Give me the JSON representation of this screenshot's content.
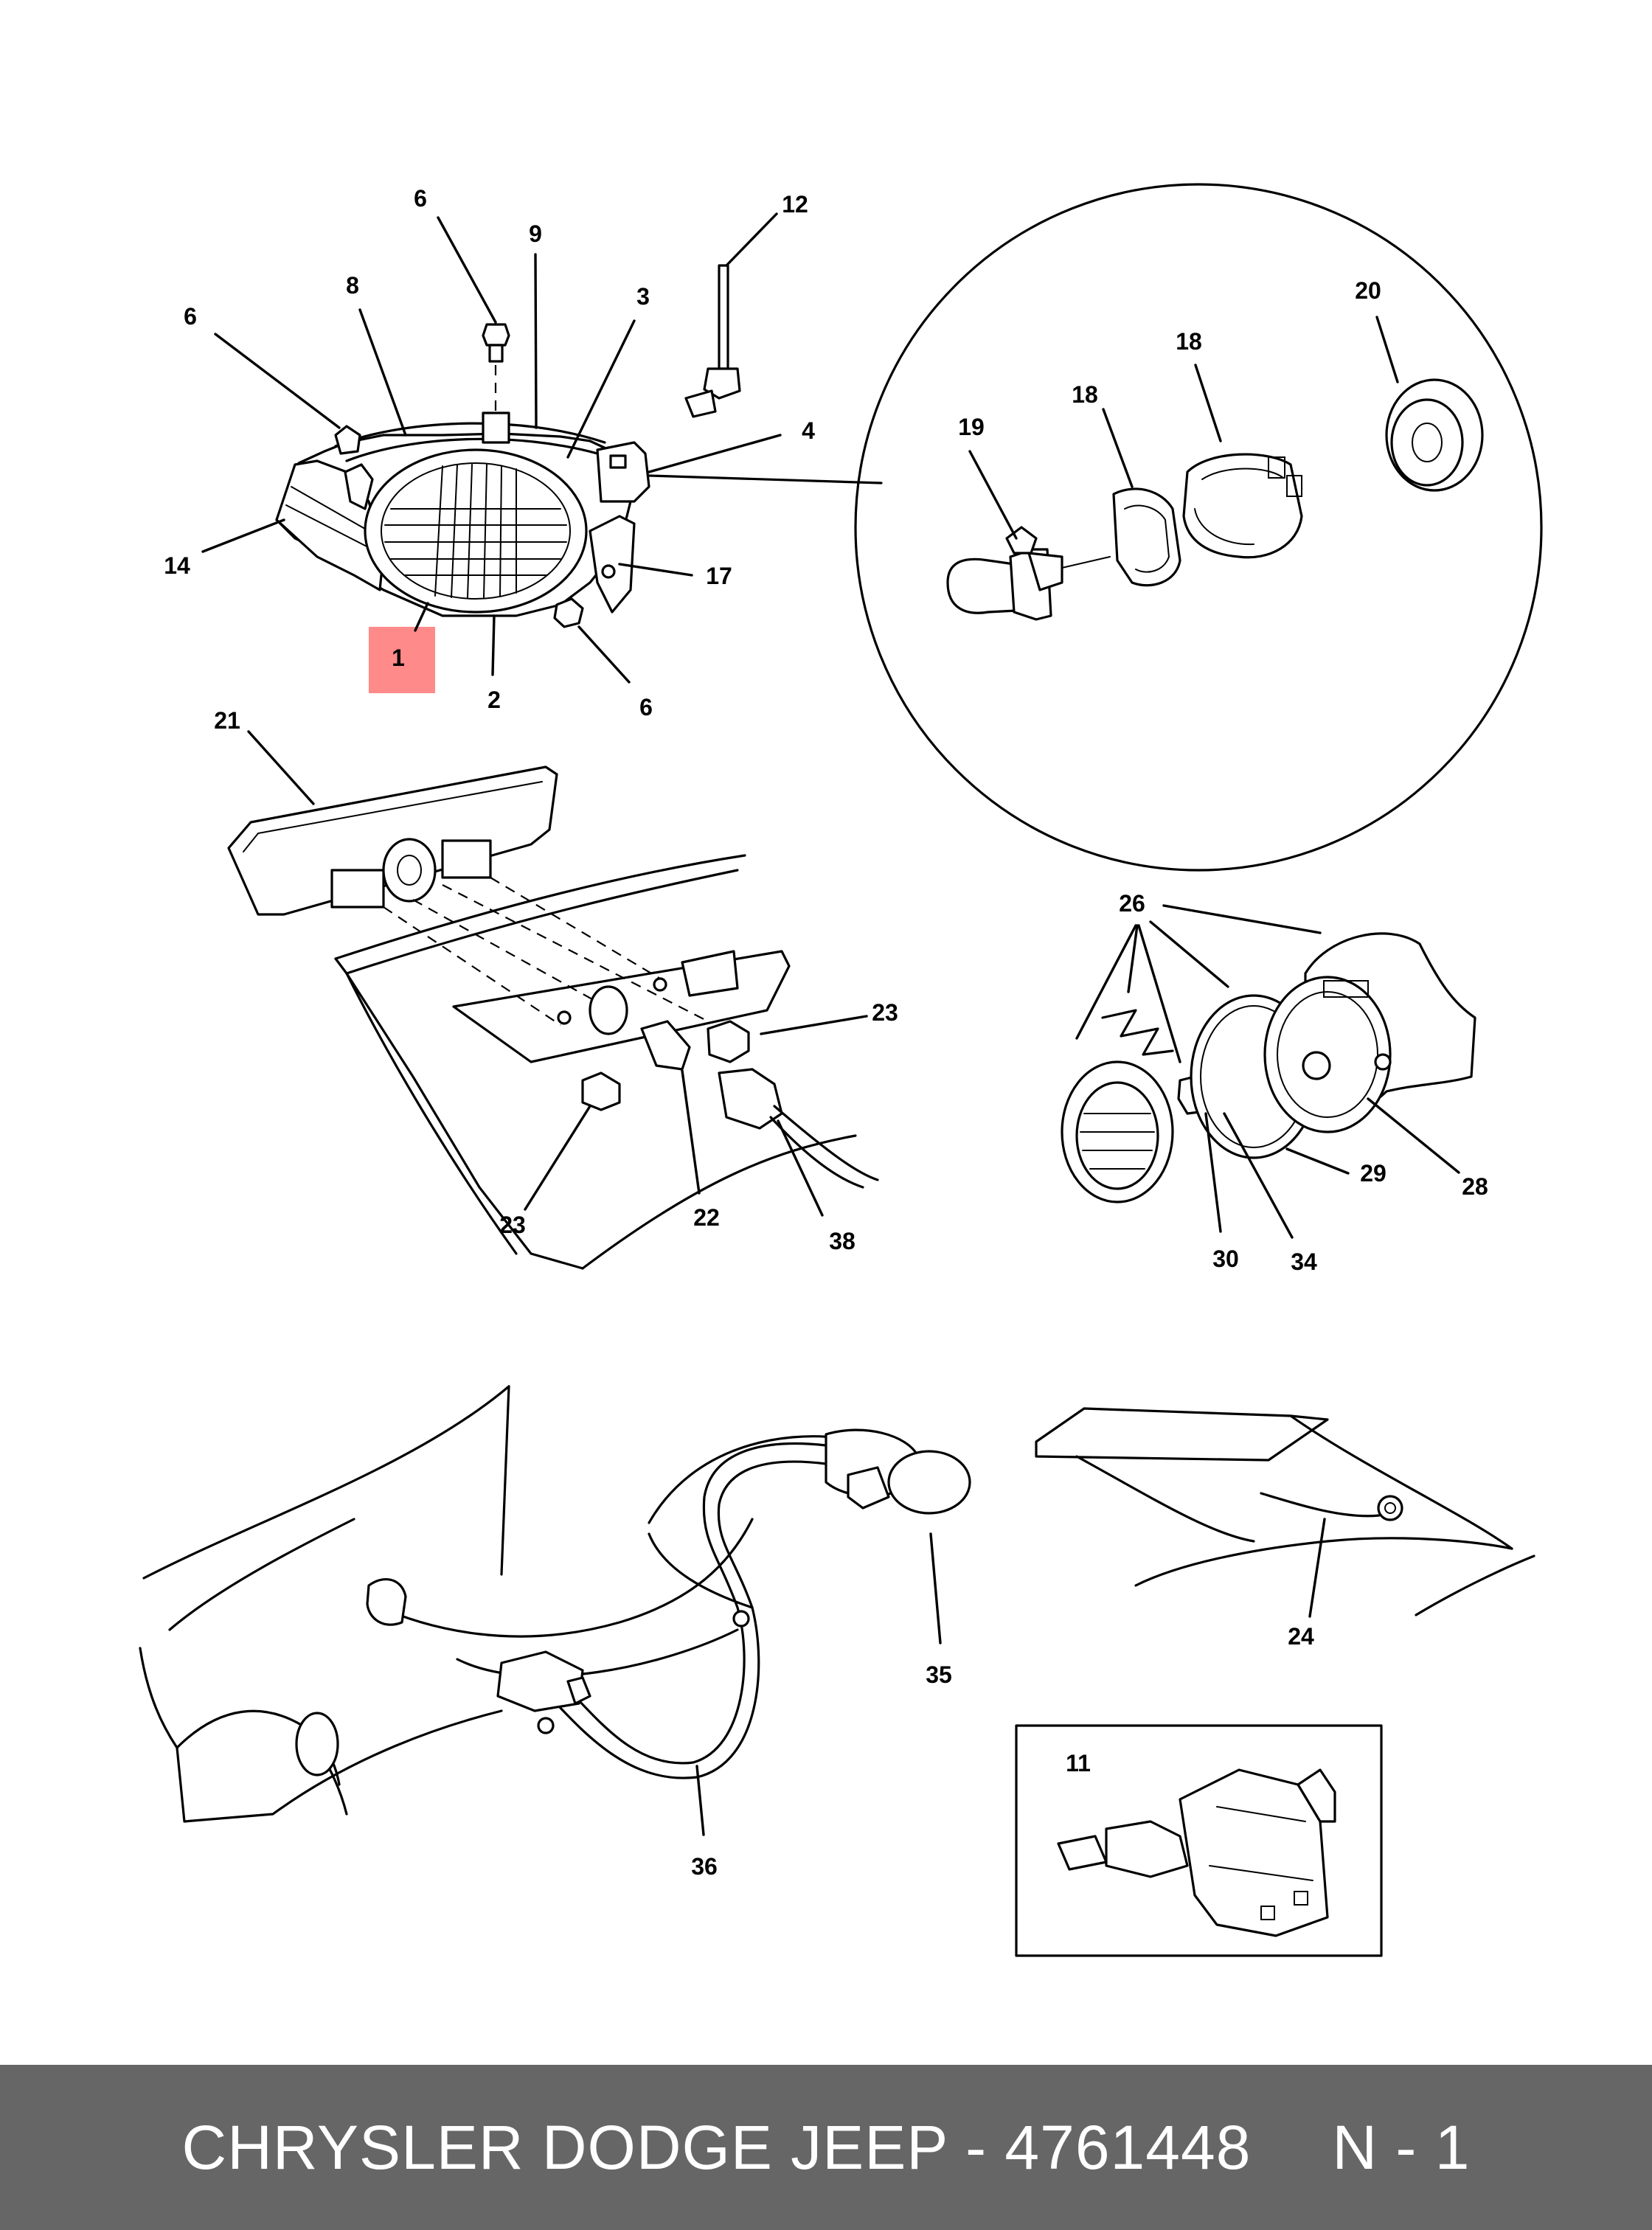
{
  "callouts": {
    "headlamp_assembly": "1",
    "housing": "2",
    "reflector": "3",
    "connector": "4",
    "screw_top": "6",
    "screw_left": "6",
    "screw_bottom": "6",
    "seal": "8",
    "trim": "9",
    "adjuster_motor": "11",
    "adjuster_rod": "12",
    "side_lens": "14",
    "bracket": "17",
    "bulb_socket_cap": "18",
    "retaining_ring": "18",
    "headlamp_bulb": "19",
    "rear_cap": "20",
    "fog_lamp_cover": "21",
    "fog_bulb": "22",
    "nut_right": "23",
    "nut_left": "23",
    "harness_wire": "24",
    "fog_lamp_parts": "26",
    "fog_housing": "28",
    "gasket": "29",
    "fog_bulb_small": "30",
    "bulb_holder": "34",
    "side_marker": "35",
    "marker_harness": "36",
    "fog_connector": "38"
  },
  "footer": {
    "brand": "CHRYSLER DODGE JEEP - 4761448",
    "page": "N - 1"
  },
  "colors": {
    "highlight": "#ff8a8a",
    "footer_bg": "#666666",
    "footer_text": "#ffffff"
  }
}
